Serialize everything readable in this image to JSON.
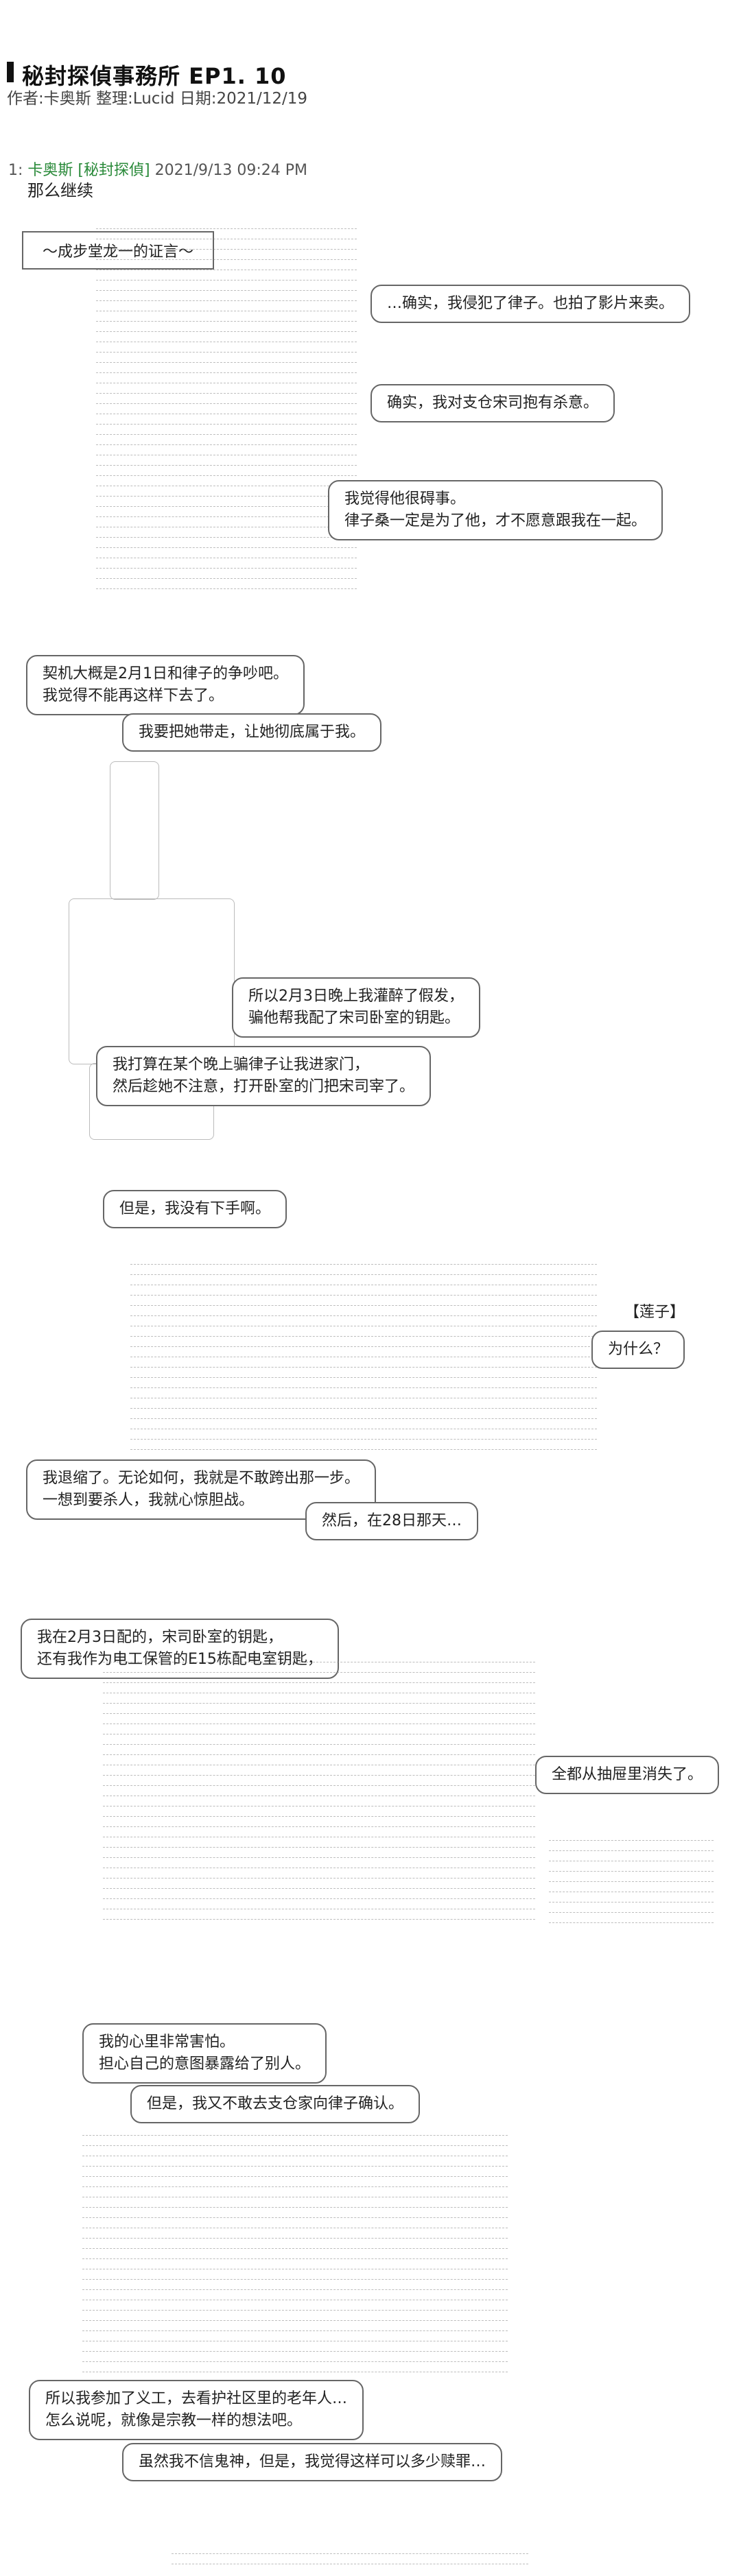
{
  "header": {
    "title": "秘封探偵事務所 EP1. 10",
    "meta": "作者:卡奥斯 整理:Lucid 日期:2021/12/19"
  },
  "post": {
    "number": "1:",
    "author": "卡奥斯 [秘封探偵]",
    "date": "2021/9/13 09:24 PM",
    "body": "那么继续"
  },
  "caption": "〜成步堂龙一的证言〜",
  "bubbles": {
    "b1": "…确实，我侵犯了律子。也拍了影片来卖。",
    "b2": "确实，我对支仓宋司抱有杀意。",
    "b3_l1": "我觉得他很碍事。",
    "b3_l2": "律子桑一定是为了他，才不愿意跟我在一起。",
    "b4_l1": "契机大概是2月1日和律子的争吵吧。",
    "b4_l2": "我觉得不能再这样下去了。",
    "b5": "我要把她带走，让她彻底属于我。",
    "b6_l1": "所以2月3日晚上我灌醉了假发，",
    "b6_l2": "骗他帮我配了宋司卧室的钥匙。",
    "b7_l1": "我打算在某个晚上骗律子让我进家门，",
    "b7_l2": "然后趁她不注意，打开卧室的门把宋司宰了。",
    "b8": "但是，我没有下手啊。",
    "speaker": "【莲子】",
    "b9": "为什么？",
    "b10_l1": "我退缩了。无论如何，我就是不敢跨出那一步。",
    "b10_l2": "一想到要杀人，我就心惊胆战。",
    "b11": "然后，在28日那天…",
    "b12_l1": "我在2月3日配的，宋司卧室的钥匙，",
    "b12_l2": "还有我作为电工保管的E15栋配电室钥匙，",
    "b13": "全都从抽屉里消失了。",
    "b14_l1": "我的心里非常害怕。",
    "b14_l2": "担心自己的意图暴露给了别人。",
    "b15": "但是，我又不敢去支仓家向律子确认。",
    "b16_l1": "所以我参加了义工，去看护社区里的老年人…",
    "b16_l2": "怎么说呢，就像是宗教一样的想法吧。",
    "b17": "虽然我不信鬼神，但是，我觉得这样可以多少赎罪…"
  },
  "icons": {
    "flag": "ｆ",
    "tail": "乂"
  },
  "colors": {
    "author_name": "#2a8a3a",
    "border": "#666666"
  }
}
